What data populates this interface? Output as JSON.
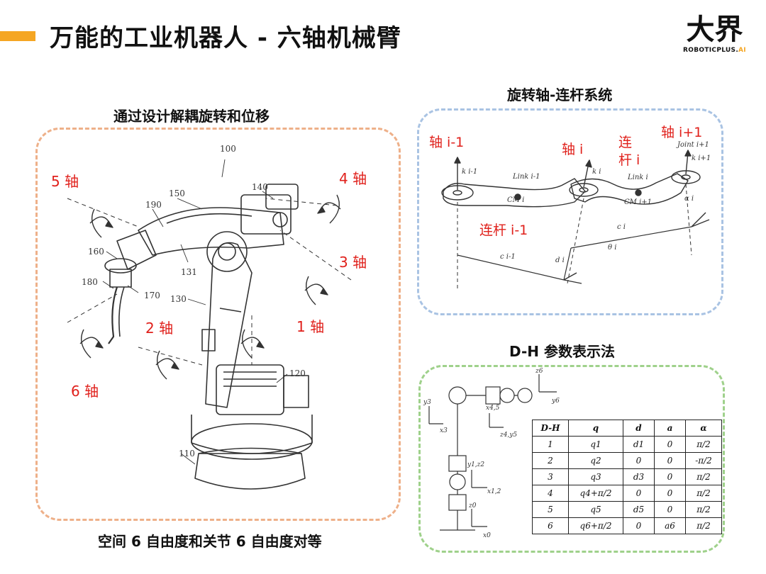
{
  "header": {
    "title": "万能的工业机器人 - 六轴机械臂",
    "logo_main": "大界",
    "logo_sub_main": "ROBOTICPLUS.",
    "logo_sub_ai": "AI",
    "accent_color": "#f5a623"
  },
  "left_panel": {
    "title": "通过设计解耦旋转和位移",
    "caption": "空间 6 自由度和关节 6 自由度对等",
    "border_color": "#eeb089",
    "axis_labels": [
      "5 轴",
      "4 轴",
      "3 轴",
      "2 轴",
      "1 轴",
      "6 轴"
    ],
    "part_numbers": [
      "100",
      "150",
      "140",
      "190",
      "160",
      "131",
      "180",
      "170",
      "130",
      "120",
      "110"
    ]
  },
  "right_top_panel": {
    "title": "旋转轴-连杆系统",
    "border_color": "#a9c3e3",
    "labels": {
      "axis_prev": "轴 i-1",
      "axis_i": "轴 i",
      "link_i_top": "连",
      "link_i_bottom": "杆 i",
      "axis_next": "轴 i+1",
      "link_prev": "连杆 i-1"
    },
    "diagram_text": {
      "link_prev": "Link i-1",
      "link_i": "Link i",
      "joint_next": "Joint i+1",
      "k_prev": "k i-1",
      "k_i": "k i",
      "k_next": "k i+1",
      "cm_prev": "CM i",
      "cm_next": "CM i+1",
      "c_prev": "c i-1",
      "c_i": "c i",
      "d_i": "d i",
      "theta_i": "θ i",
      "alpha_i": "α i"
    }
  },
  "right_bottom_panel": {
    "title": "D-H 参数表示法",
    "border_color": "#9fd18b",
    "frame_labels": [
      "z6",
      "y6",
      "y3",
      "x3",
      "x4,5",
      "z4,y5",
      "y1,z2",
      "x1,2",
      "z0",
      "x0"
    ],
    "table": {
      "headers": [
        "D-H",
        "q",
        "d",
        "a",
        "α"
      ],
      "rows": [
        [
          "1",
          "q1",
          "d1",
          "0",
          "π/2"
        ],
        [
          "2",
          "q2",
          "0",
          "0",
          "-π/2"
        ],
        [
          "3",
          "q3",
          "d3",
          "0",
          "π/2"
        ],
        [
          "4",
          "q4+π/2",
          "0",
          "0",
          "π/2"
        ],
        [
          "5",
          "q5",
          "d5",
          "0",
          "π/2"
        ],
        [
          "6",
          "q6+π/2",
          "0",
          "a6",
          "π/2"
        ]
      ]
    }
  }
}
